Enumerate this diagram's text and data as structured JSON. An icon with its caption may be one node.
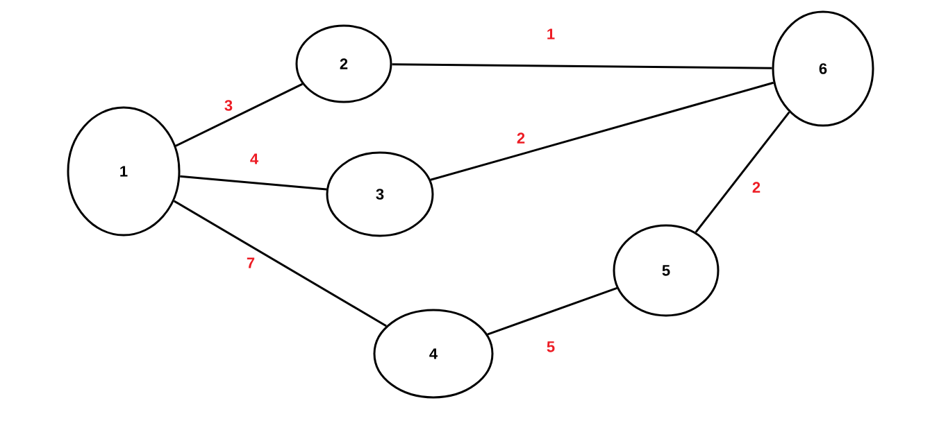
{
  "diagram": {
    "nodes": [
      {
        "text": [
          "1"
        ]
      },
      {
        "text": [
          "2"
        ]
      },
      {
        "text": [
          "3"
        ]
      },
      {
        "text": [
          "4"
        ]
      },
      {
        "text": [
          "5"
        ]
      },
      {
        "text": [
          "6"
        ]
      }
    ],
    "edges": [
      {
        "from": 0,
        "to": 1,
        "arrow": "none",
        "label": "3"
      },
      {
        "from": 0,
        "to": 2,
        "arrow": "none",
        "label": "4"
      },
      {
        "from": 0,
        "to": 3,
        "arrow": "none",
        "label": "7"
      },
      {
        "from": 1,
        "to": 5,
        "arrow": "none",
        "label": "1"
      },
      {
        "from": 2,
        "to": 5,
        "arrow": "none",
        "label": "2"
      },
      {
        "from": 3,
        "to": 4,
        "arrow": "none",
        "label": "5"
      },
      {
        "from": 4,
        "to": 5,
        "arrow": "none",
        "label": "2"
      }
    ]
  }
}
